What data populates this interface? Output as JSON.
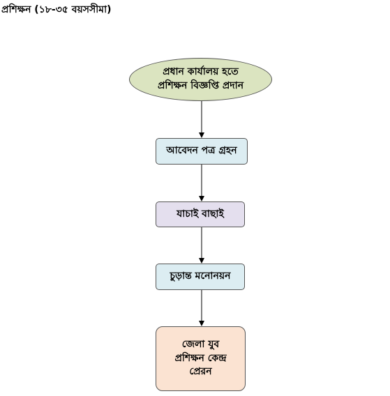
{
  "title": "প্রশিক্ষন (১৮-৩৫ বয়সসীমা)",
  "colors": {
    "start_fill": "#dbe4c0",
    "step_fill_blue": "#dcedf2",
    "step_fill_purple": "#e4dfee",
    "end_fill": "#fbe3d2",
    "border": "#555555",
    "arrow": "#000000"
  },
  "flowchart": {
    "start": {
      "line1": "প্রধান কার্যালয় হতে",
      "line2": "প্রশিক্ষন বিজ্ঞপ্তি প্রদান"
    },
    "steps": [
      {
        "label": "আবেদন পত্র গ্রহন"
      },
      {
        "label": "যাচাই বাছাই"
      },
      {
        "label": "চুড়ান্ত মনোনয়ন"
      }
    ],
    "end": {
      "line1": "জেলা যুব",
      "line2": "প্রশিক্ষন কেন্দ্র",
      "line3": "প্রেরন"
    }
  }
}
